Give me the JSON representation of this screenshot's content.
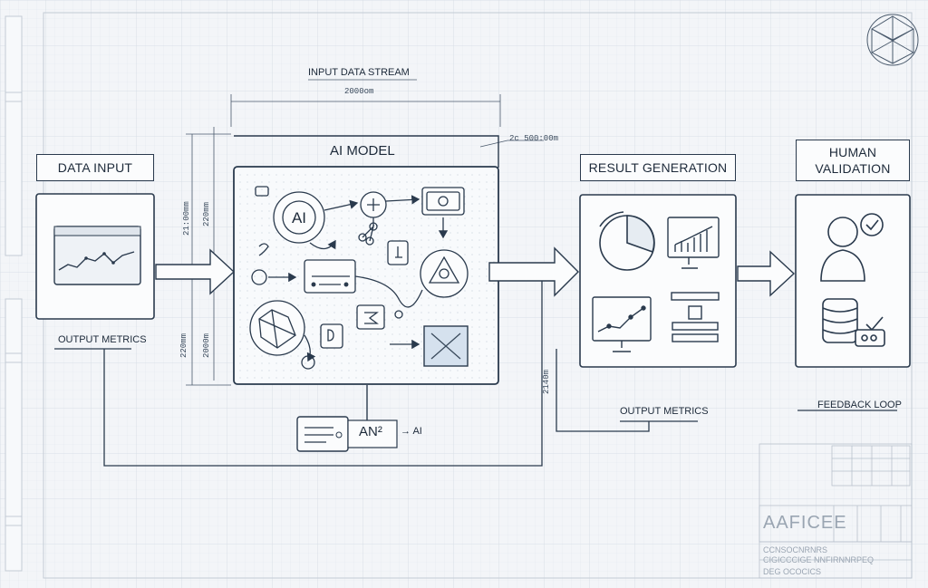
{
  "diagram": {
    "stages": {
      "data_input": {
        "title": "DATA INPUT",
        "caption": "OUTPUT METRICS"
      },
      "ai_model": {
        "title": "AI MODEL",
        "ai_badge": "AI",
        "side_badge": "AN²",
        "side_badge_arrow": "→ AI"
      },
      "result_generation": {
        "title": "RESULT GENERATION",
        "caption": "OUTPUT METRICS"
      },
      "human_validation": {
        "title_line1": "HUMAN",
        "title_line2": "VALIDATION",
        "caption": "FEEDBACK LOOP"
      }
    },
    "top_label": "INPUT DATA STREAM",
    "dimensions": {
      "top_width": "2000om",
      "corner": "2c 500:00m",
      "left_upper_outer": "21:00mm",
      "left_upper_inner": "220mm",
      "left_lower_outer": "220mm",
      "left_lower_inner": "2000m",
      "right_vertical": "2140m"
    },
    "title_block": {
      "logo_text": "AAFICEE",
      "rows": [
        "CCNSOCNRNRS",
        "CIGICCCIGE NNFIRNNRPEQ",
        "DEG OCOCICS"
      ]
    }
  }
}
